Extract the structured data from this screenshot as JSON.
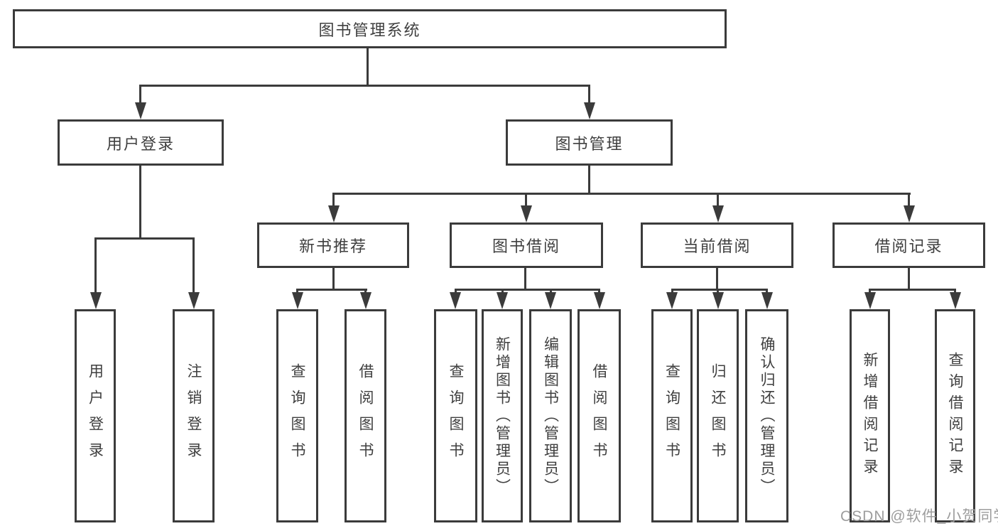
{
  "diagram": {
    "root": {
      "label": "图书管理系统"
    },
    "user_login": {
      "label": "用户登录",
      "children": [
        {
          "label": "用户登录"
        },
        {
          "label": "注销登录"
        }
      ]
    },
    "book_management": {
      "label": "图书管理",
      "sections": [
        {
          "label": "新书推荐",
          "children": [
            {
              "label": "查询图书"
            },
            {
              "label": "借阅图书"
            }
          ]
        },
        {
          "label": "图书借阅",
          "children": [
            {
              "label": "查询图书"
            },
            {
              "label": "新增图书（管理员）"
            },
            {
              "label": "编辑图书（管理员）"
            },
            {
              "label": "借阅图书"
            }
          ]
        },
        {
          "label": "当前借阅",
          "children": [
            {
              "label": "查询图书"
            },
            {
              "label": "归还图书"
            },
            {
              "label": "确认归还（管理员）"
            }
          ]
        },
        {
          "label": "借阅记录",
          "children": [
            {
              "label": "新增借阅记录"
            },
            {
              "label": "查询借阅记录"
            }
          ]
        }
      ]
    }
  },
  "watermark": {
    "text": "CSDN @软件_小贺同学"
  },
  "colors": {
    "line": "#3b3b3b",
    "text": "#3f3f3f",
    "background": "#ffffff",
    "watermark": "#9d9d9d"
  }
}
